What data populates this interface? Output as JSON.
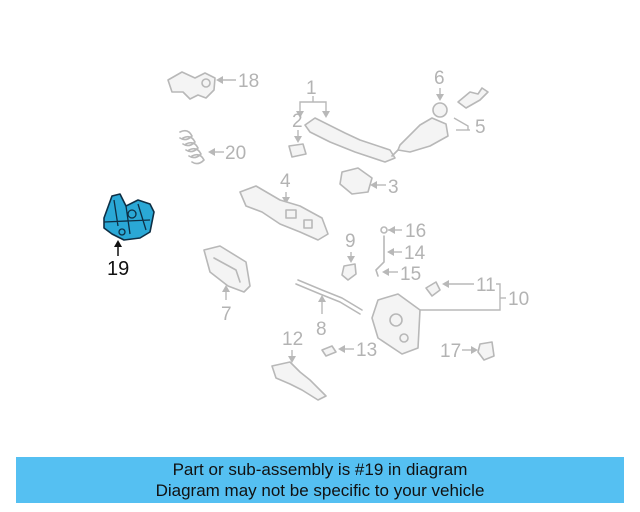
{
  "callouts": {
    "c1": "1",
    "c2": "2",
    "c3": "3",
    "c4": "4",
    "c5": "5",
    "c6": "6",
    "c7": "7",
    "c8": "8",
    "c9": "9",
    "c10": "10",
    "c11": "11",
    "c12": "12",
    "c13": "13",
    "c14": "14",
    "c15": "15",
    "c16": "16",
    "c17": "17",
    "c18": "18",
    "c19": "19",
    "c20": "20"
  },
  "highlight": {
    "part_number": "19",
    "color": "#2aa8d6"
  },
  "banner": {
    "line1": "Part or sub-assembly is #19 in diagram",
    "line2": "Diagram may not be specific to your vehicle",
    "background": "#55c0f2"
  }
}
